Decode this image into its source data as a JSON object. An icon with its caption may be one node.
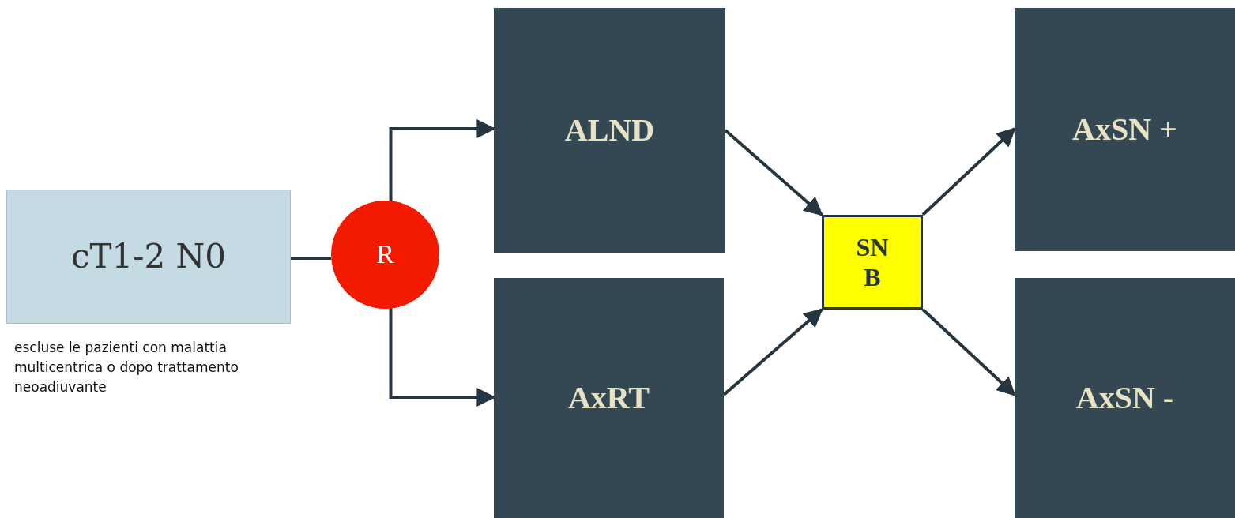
{
  "diagram": {
    "nodes": [
      {
        "text": [
          "cT1-2 N0"
        ],
        "beside": [
          "escluse le pazienti con malattia multicentrica o dopo trattamento neoadiuvante"
        ]
      },
      {
        "text": [
          "R"
        ]
      },
      {
        "text": [
          "ALND"
        ]
      },
      {
        "text": [
          "AxRT"
        ]
      },
      {
        "text": [
          "SN B"
        ]
      },
      {
        "text": [
          "AxSN +"
        ]
      },
      {
        "text": [
          "AxSN -"
        ]
      }
    ],
    "edges": [
      {
        "from": 0,
        "to": 1,
        "arrow": "none"
      },
      {
        "from": 1,
        "to": 2,
        "arrow": "to"
      },
      {
        "from": 1,
        "to": 3,
        "arrow": "to"
      },
      {
        "from": 2,
        "to": 4,
        "arrow": "to"
      },
      {
        "from": 3,
        "to": 4,
        "arrow": "to"
      },
      {
        "from": 4,
        "to": 5,
        "arrow": "to"
      },
      {
        "from": 4,
        "to": 6,
        "arrow": "to"
      }
    ]
  }
}
